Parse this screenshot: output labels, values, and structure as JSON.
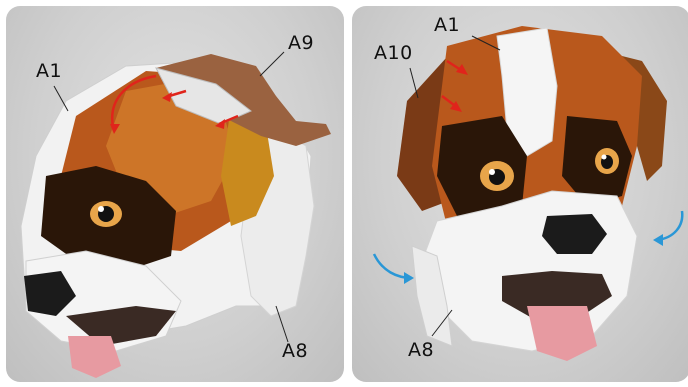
{
  "left_panel": {
    "labels": {
      "a1": "A1",
      "a9": "A9",
      "a8": "A8"
    }
  },
  "right_panel": {
    "labels": {
      "a1": "A1",
      "a10": "A10",
      "a8": "A8"
    }
  },
  "colors": {
    "arrow_red": "#e0241b",
    "arrow_blue": "#2a97d6",
    "fur_brown": "#b5561a",
    "fur_dark": "#2a1608",
    "fur_white": "#f4f4f4",
    "tongue": "#e79aa1"
  }
}
